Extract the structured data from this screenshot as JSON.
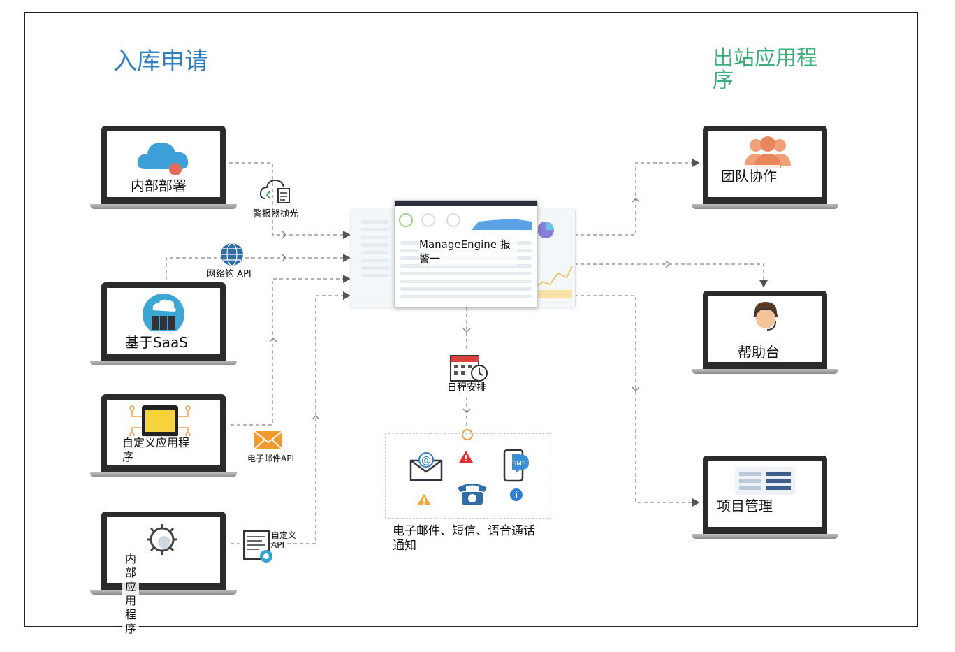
{
  "titles": {
    "inbound": "入库申请",
    "outbound": "出站应用程序"
  },
  "inbound_sources": [
    {
      "label": "内部部署",
      "icon": "cloud-icon"
    },
    {
      "label": "基于SaaS",
      "icon": "cloud-server-icon"
    },
    {
      "label": "自定义应用程序",
      "icon": "tablet-circuit-icon"
    },
    {
      "label": "内部应用程序",
      "icon": "gear-icon"
    }
  ],
  "connectors": [
    {
      "label": "警报器抛光",
      "icon": "cloud-sync-icon"
    },
    {
      "label": "网络钩 API",
      "icon": "globe-icon"
    },
    {
      "label": "电子邮件API",
      "icon": "envelope-icon"
    },
    {
      "label": "自定义\nAPI",
      "icon": "api-gear-icon"
    }
  ],
  "hub": {
    "label": "ManageEngine 报警一"
  },
  "scheduling": {
    "label": "日程安排",
    "icon": "calendar-clock-icon"
  },
  "notifications": {
    "label": "电子邮件、短信、语音通话通知",
    "icons": [
      "email-at-icon",
      "sms-phone-icon",
      "telephone-icon",
      "alert-red-icon",
      "warning-orange-icon",
      "info-icon"
    ]
  },
  "outbound_apps": [
    {
      "label": "团队协作",
      "icon": "team-icon"
    },
    {
      "label": "帮助台",
      "icon": "support-agent-icon"
    },
    {
      "label": "项目管理",
      "icon": "project-board-icon"
    }
  ],
  "colors": {
    "inbound_title": "#2f7fc1",
    "outbound_title": "#3db07a",
    "line": "#9a9a9a"
  }
}
